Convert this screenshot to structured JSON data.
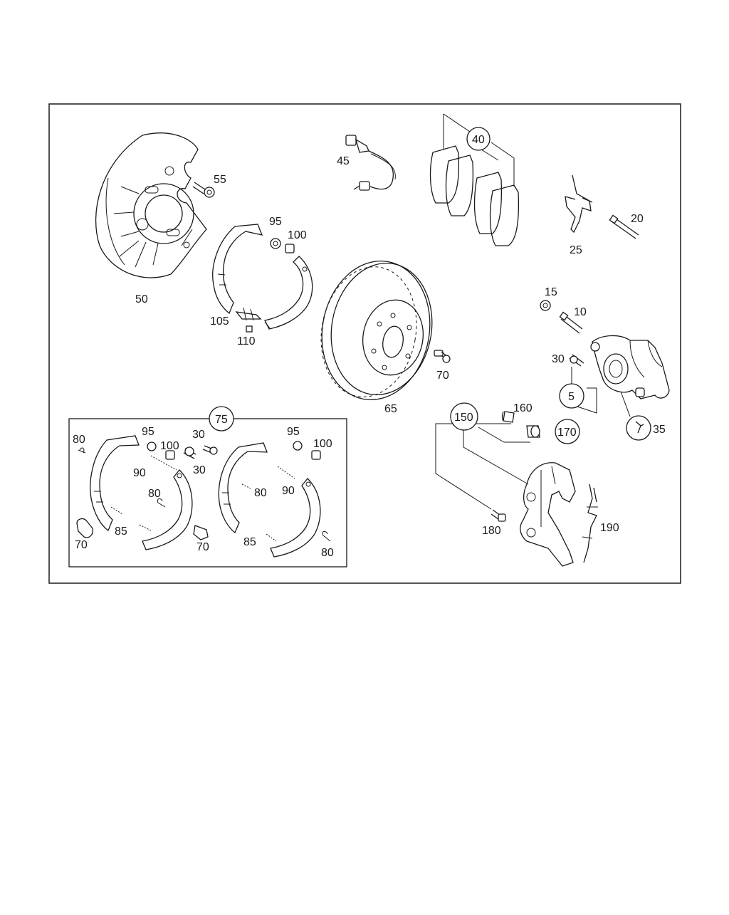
{
  "diagram": {
    "frame_color": "#1a1a1a",
    "accent_color": "#1f2a8a",
    "labels": {
      "p5": "5",
      "p10": "10",
      "p15": "15",
      "p20": "20",
      "p25": "25",
      "p30": "30",
      "p35": "35",
      "p40": "40",
      "p45": "45",
      "p50": "50",
      "p55": "55",
      "p65": "65",
      "p70": "70",
      "p75": "75",
      "p80": "80",
      "p85": "85",
      "p90": "90",
      "p95": "95",
      "p100": "100",
      "p105": "105",
      "p110": "110",
      "p150": "150",
      "p160": "160",
      "p170": "170",
      "p180": "180",
      "p190": "190"
    }
  }
}
